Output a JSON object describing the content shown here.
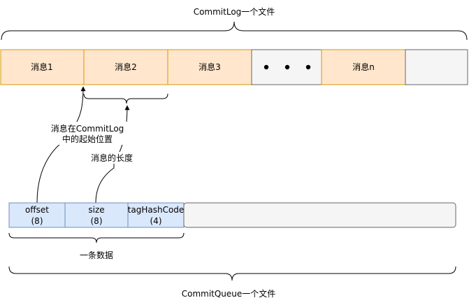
{
  "titles": {
    "commitlog": "CommitLog一个文件",
    "commitqueue": "CommitQueue一个文件"
  },
  "commitlog_cells": [
    {
      "label": "消息1"
    },
    {
      "label": "消息2"
    },
    {
      "label": "消息3"
    },
    {
      "label": ""
    },
    {
      "label": "消息n"
    },
    {
      "label": ""
    }
  ],
  "annotations": {
    "start_position_line1": "消息在CommitLog",
    "start_position_line2": "中的起始位置",
    "message_length": "消息的长度",
    "one_record": "一条数据"
  },
  "commitqueue_cells": [
    {
      "name": "offset",
      "size": "(8)"
    },
    {
      "name": "size",
      "size": "(8)"
    },
    {
      "name": "tagHashCode",
      "size": "(4)"
    },
    {
      "name": "",
      "size": ""
    }
  ],
  "colors": {
    "message_fill": "#FFE6CC",
    "message_stroke": "#D79B00",
    "empty_fill": "#F5F5F5",
    "empty_stroke": "#666666",
    "field_fill": "#DAE8FC",
    "field_stroke": "#6C8EBF"
  }
}
